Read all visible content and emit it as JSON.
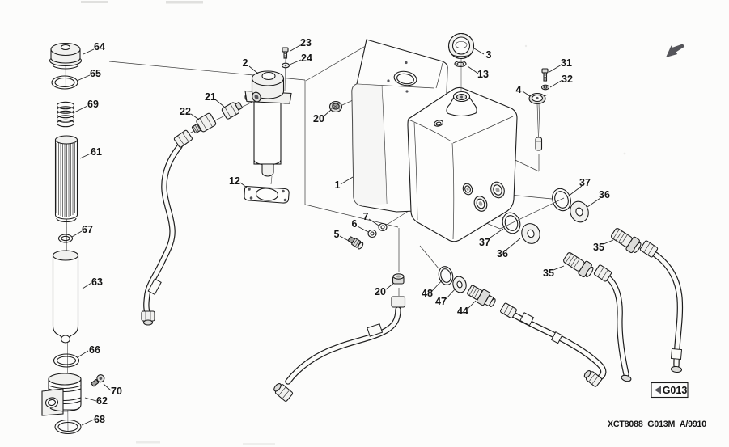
{
  "figure": {
    "caption": "XCT8088_G013M_A/9910",
    "view_ref_label": "G013"
  },
  "icons": {
    "view_ref_marker": "left-pointing-triangle",
    "view_direction_arrow": "arrow-pointing-southwest"
  },
  "callouts": {
    "c1": "1",
    "c2": "2",
    "c3": "3",
    "c4": "4",
    "c5": "5",
    "c6": "6",
    "c7": "7",
    "c12": "12",
    "c13": "13",
    "c20a": "20",
    "c20b": "20",
    "c21": "21",
    "c22": "22",
    "c23": "23",
    "c24": "24",
    "c31": "31",
    "c32": "32",
    "c35a": "35",
    "c35b": "35",
    "c36a": "36",
    "c36b": "36",
    "c37a": "37",
    "c37b": "37",
    "c44": "44",
    "c47": "47",
    "c48": "48",
    "c61": "61",
    "c62": "62",
    "c63": "63",
    "c64": "64",
    "c65": "65",
    "c66": "66",
    "c67": "67",
    "c68": "68",
    "c69": "69",
    "c70": "70"
  }
}
